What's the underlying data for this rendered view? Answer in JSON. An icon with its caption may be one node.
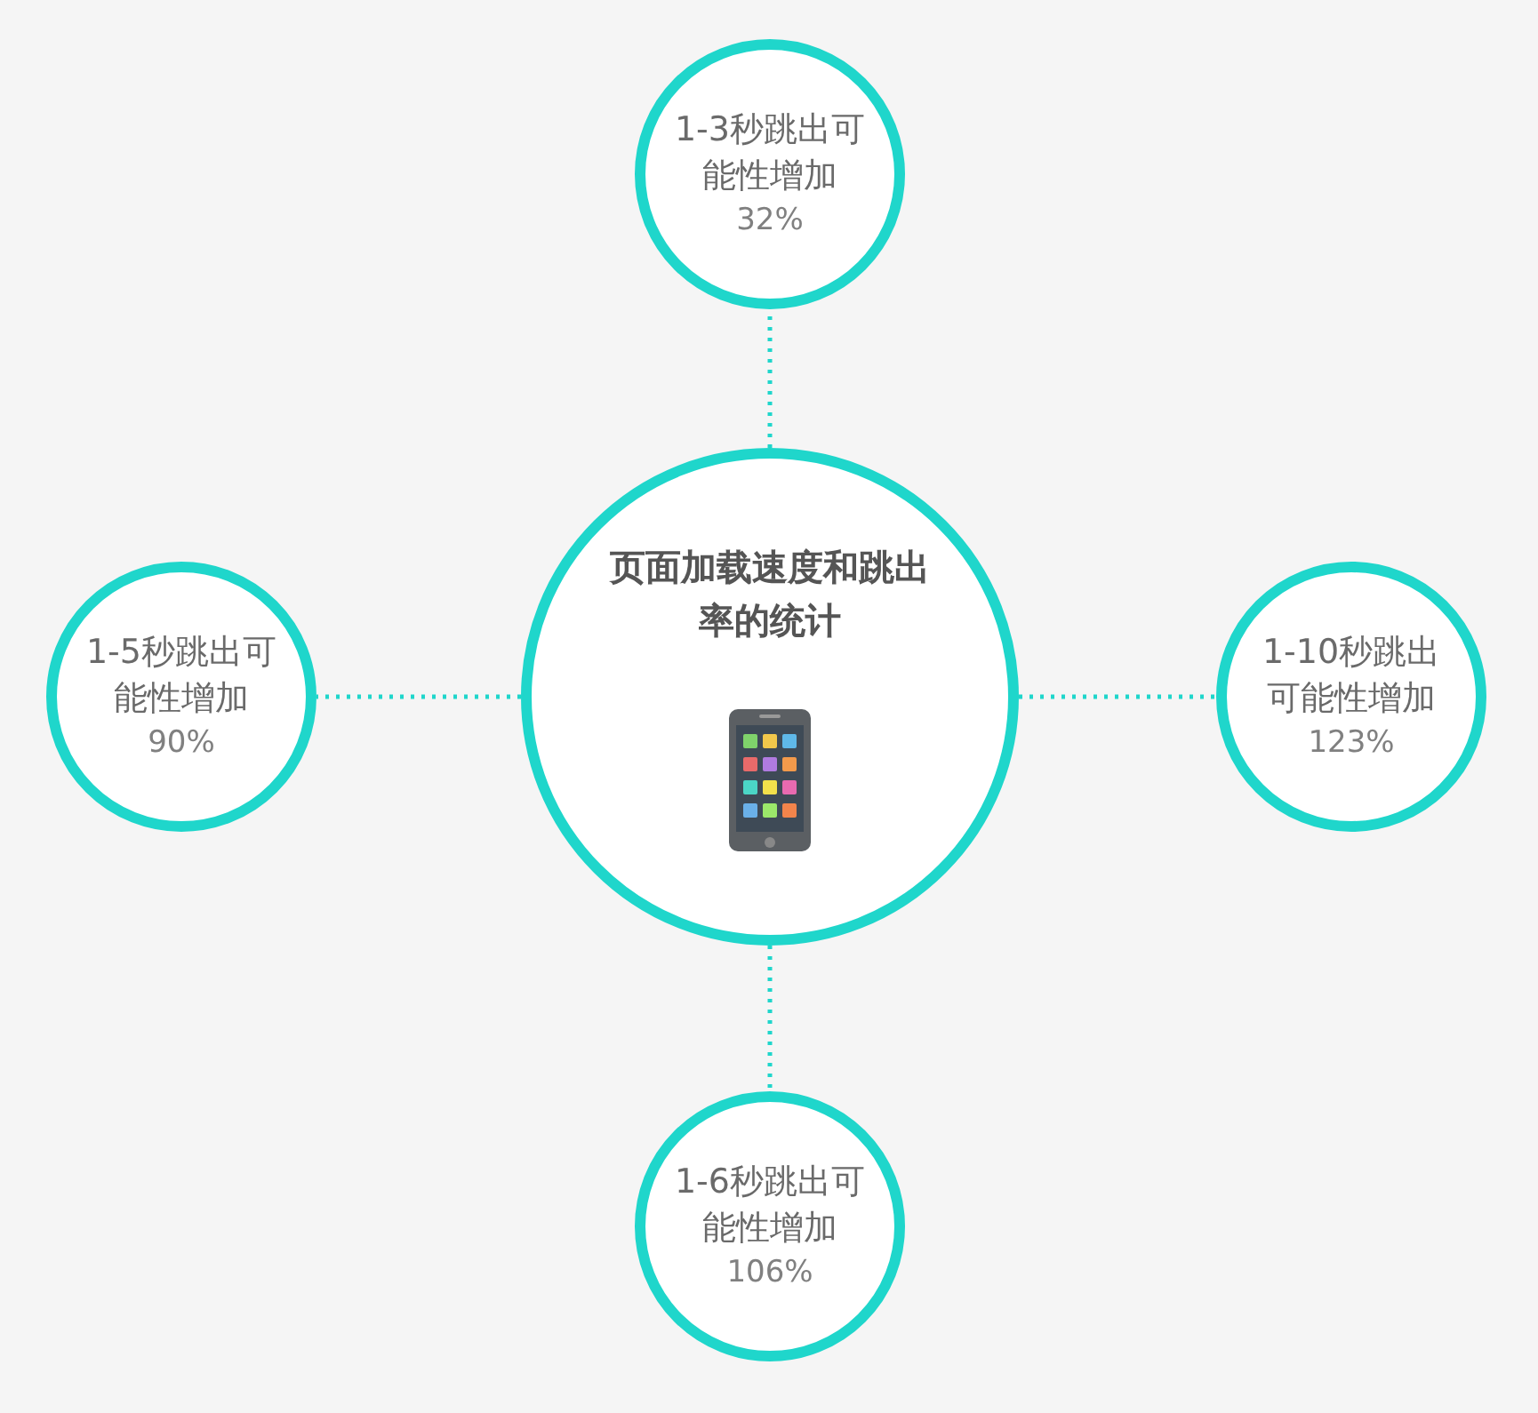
{
  "diagram": {
    "nodes": [
      {
        "text": [
          "页面加载速度和跳出率的统计"
        ]
      },
      {
        "text": [
          "1-3秒跳出可能性增加",
          "32%"
        ]
      },
      {
        "text": [
          "1-5秒跳出可能性增加",
          "90%"
        ]
      },
      {
        "text": [
          "1-10秒跳出可能性增加",
          "123%"
        ]
      },
      {
        "text": [
          "1-6秒跳出可能性增加",
          "106%"
        ]
      }
    ],
    "edges": [
      {
        "from": 0,
        "to": 1,
        "arrow": "none",
        "style": "dashed"
      },
      {
        "from": 0,
        "to": 2,
        "arrow": "none",
        "style": "dashed"
      },
      {
        "from": 0,
        "to": 3,
        "arrow": "none",
        "style": "dashed"
      },
      {
        "from": 0,
        "to": 4,
        "arrow": "none",
        "style": "dashed"
      }
    ]
  }
}
